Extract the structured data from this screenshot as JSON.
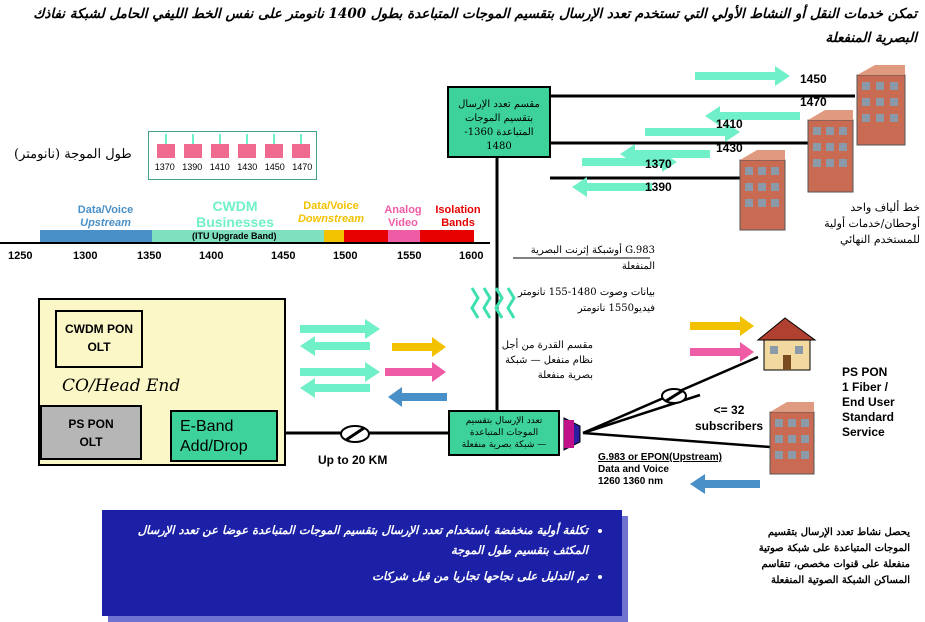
{
  "title": "تمكن خدمات النقل أو النشاط الأولي التي تستخدم تعدد الإرسال بتقسيم الموجات المتباعدة بطول 1400 نانومتر على نفس الخط الليفي الحامل لشبكة نفاذك البصرية المنفعلة",
  "wavelength_label": "طول الموجة (نانومتر)",
  "laser_wavelengths": [
    "1370",
    "1390",
    "1410",
    "1430",
    "1450",
    "1470"
  ],
  "spectrum": {
    "bands": [
      {
        "name": "Data/Voice",
        "sub": "Upstream",
        "color": "#4a90c8"
      },
      {
        "name": "CWDM",
        "sub": "Businesses",
        "color": "#7fe0c0"
      },
      {
        "name": "Data/Voice",
        "sub": "Downstream",
        "color": "#f2c200"
      },
      {
        "name": "Analog",
        "sub": "Video",
        "color": "#ef5ca6"
      },
      {
        "name": "Isolation",
        "sub": "Bands",
        "color": "#e60000"
      }
    ],
    "itu_label": "(ITU   Upgrade Band)",
    "ticks": [
      "1250",
      "1300",
      "1350",
      "1400",
      "1450",
      "1500",
      "1550",
      "1600"
    ]
  },
  "mux_box": {
    "line1": "مقسم تعدد الإرسال",
    "line2": "بتقسيم الموجات",
    "line3": "المتباعدة 1360-1480"
  },
  "fiber_wavelengths": [
    "1450",
    "1470",
    "1410",
    "1430",
    "1370",
    "1390"
  ],
  "building_caption": [
    "خط ألياف واحد",
    "أوحطان/خدمات أولية",
    "للمستخدم النهائي"
  ],
  "gpon_caption": {
    "line1": "G.983 أوشبكة إثرنت البصرية المنفعلة",
    "line2": "بيانات  وصوت  1480-155  نانومتر",
    "line3": "فيديو1550 نانومتر"
  },
  "co": {
    "cwdm_olt": [
      "CWDM  PON",
      "OLT"
    ],
    "head_end": "CO/Head End",
    "ps_olt": [
      "PS  PON",
      "OLT"
    ],
    "eband": [
      "E-Band",
      "Add/Drop"
    ]
  },
  "distance": "Up to 20 KM",
  "splitter_caption": [
    "مقسم القدرة من أجل",
    "نظام منفعل — شبكة",
    "بصرية منفعلة"
  ],
  "mux2_box": [
    "تعدد الإرسال بتقسيم",
    "الموجات المتباعدة",
    "— شبكة بصرية منفعلة"
  ],
  "subscribers": [
    "<= 32",
    "subscribers"
  ],
  "upstream_label": [
    "G.983 or EPON(Upstream)",
    "Data and Voice",
    "1260   1360 nm"
  ],
  "ps_pon_service": [
    "PS PON",
    "1 Fiber /",
    "End User",
    "Standard",
    "Service"
  ],
  "bullets": [
    "تكلفة أولية منخفضة باستخدام تعدد الإرسال بتقسيم الموجات المتباعدة عوضا عن تعدد الإرسال المكثف بتقسيم طول الموجة",
    "تم التدليل على نجاحها تجاريا من قبل شركات"
  ],
  "note": [
    "يحصل نشاط تعدد الإرسال بتقسيم",
    "الموجات المتباعدة على شبكة صوتية",
    "منفعلة على قنوات مخصص، تتقاسم",
    "المساكن الشبكة الصوتية المنفعلة"
  ]
}
